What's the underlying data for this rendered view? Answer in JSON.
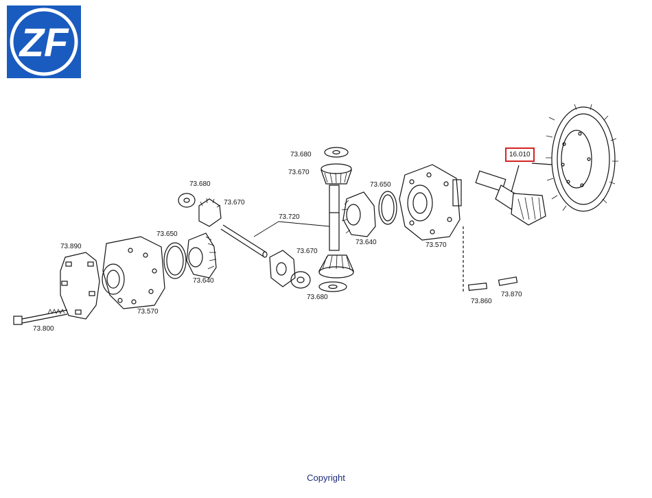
{
  "brand": {
    "logo_text": "ZF",
    "logo_color": "#1a5bbf"
  },
  "highlight_color": "#d42222",
  "parts": {
    "p73890": "73.890",
    "p73800": "73.800",
    "p73570a": "73.570",
    "p73650a": "73.650",
    "p73640a": "73.640",
    "p73680a": "73.680",
    "p73670a": "73.670",
    "p73720": "73.720",
    "p73670b": "73.670",
    "p73680b": "73.680",
    "p73680c": "73.680",
    "p73670c": "73.670",
    "p73650b": "73.650",
    "p73640b": "73.640",
    "p73570b": "73.570",
    "p16010": "16.010",
    "p73860": "73.860",
    "p73870": "73.870"
  },
  "footer": {
    "copyright": "Copyright"
  }
}
